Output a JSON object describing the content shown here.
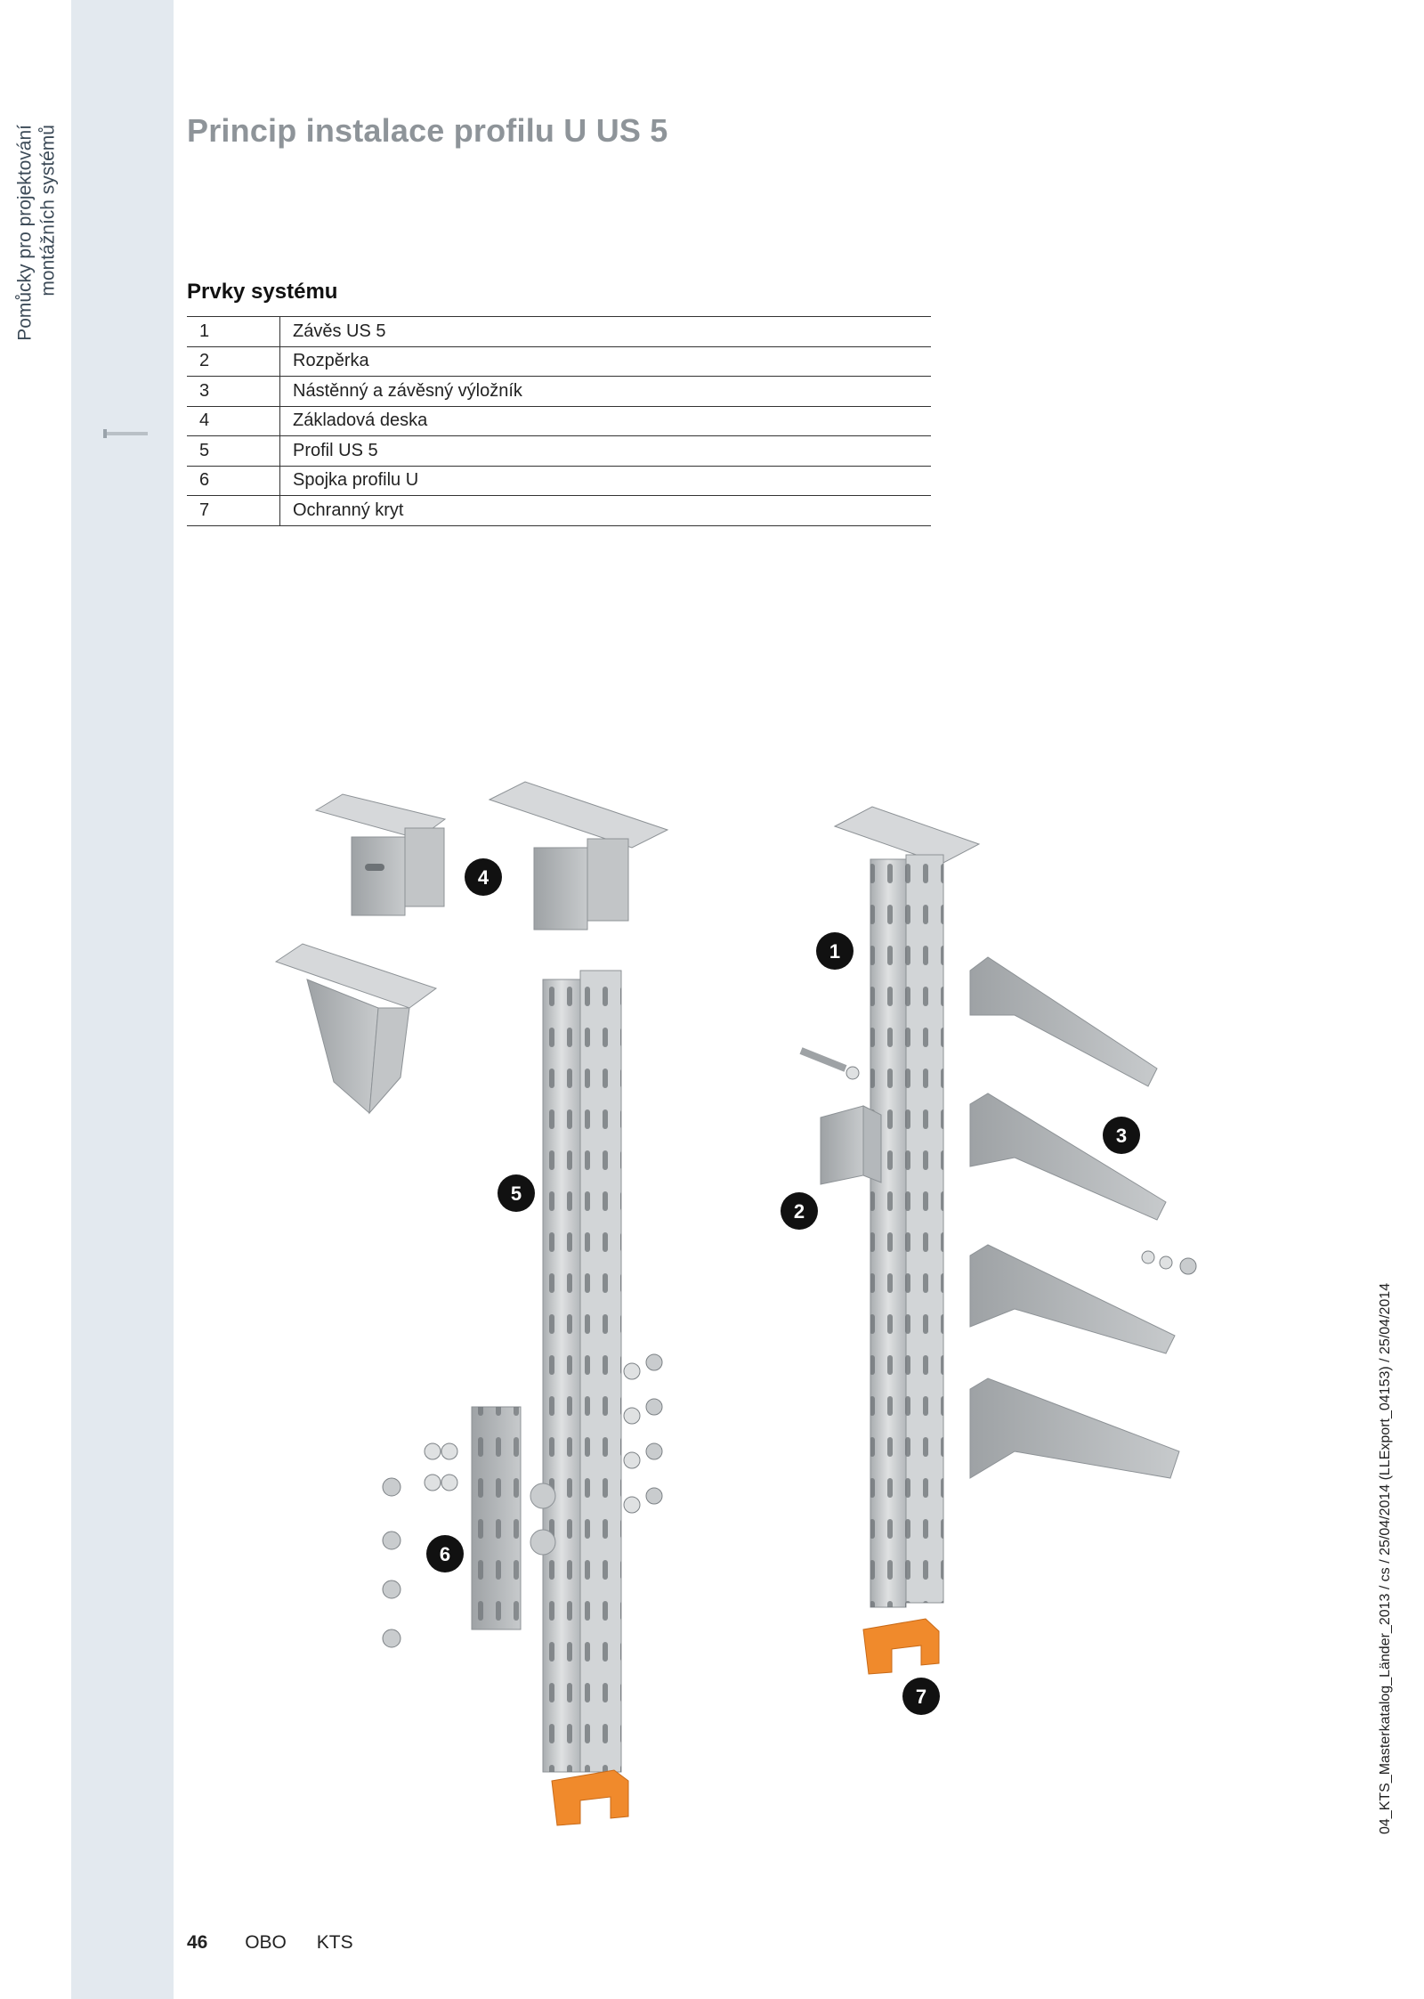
{
  "sidebar": {
    "line1": "Pomůcky pro projektování",
    "line2": "montážních systémů"
  },
  "page_title": "Princip instalace profilu U US 5",
  "section_title": "Prvky systému",
  "parts": [
    {
      "num": "1",
      "label": "Závěs US 5"
    },
    {
      "num": "2",
      "label": "Rozpěrka"
    },
    {
      "num": "3",
      "label": "Nástěnný a závěsný výložník"
    },
    {
      "num": "4",
      "label": "Základová deska"
    },
    {
      "num": "5",
      "label": "Profil US 5"
    },
    {
      "num": "6",
      "label": "Spojka profilu U"
    },
    {
      "num": "7",
      "label": "Ochranný kryt"
    }
  ],
  "callouts": [
    "1",
    "2",
    "3",
    "4",
    "5",
    "6",
    "7"
  ],
  "vertical_meta": "04_KTS_Masterkatalog_Länder_2013 / cs / 25/04/2014 (LLExport_04153) / 25/04/2014",
  "footer": {
    "page_number": "46",
    "brand": "OBO",
    "section": "KTS"
  },
  "colors": {
    "sidebar_bg": "#e3e9ef",
    "title_gray": "#8e9499",
    "steel": "#c9ccce",
    "cap_orange": "#f08a2c"
  }
}
